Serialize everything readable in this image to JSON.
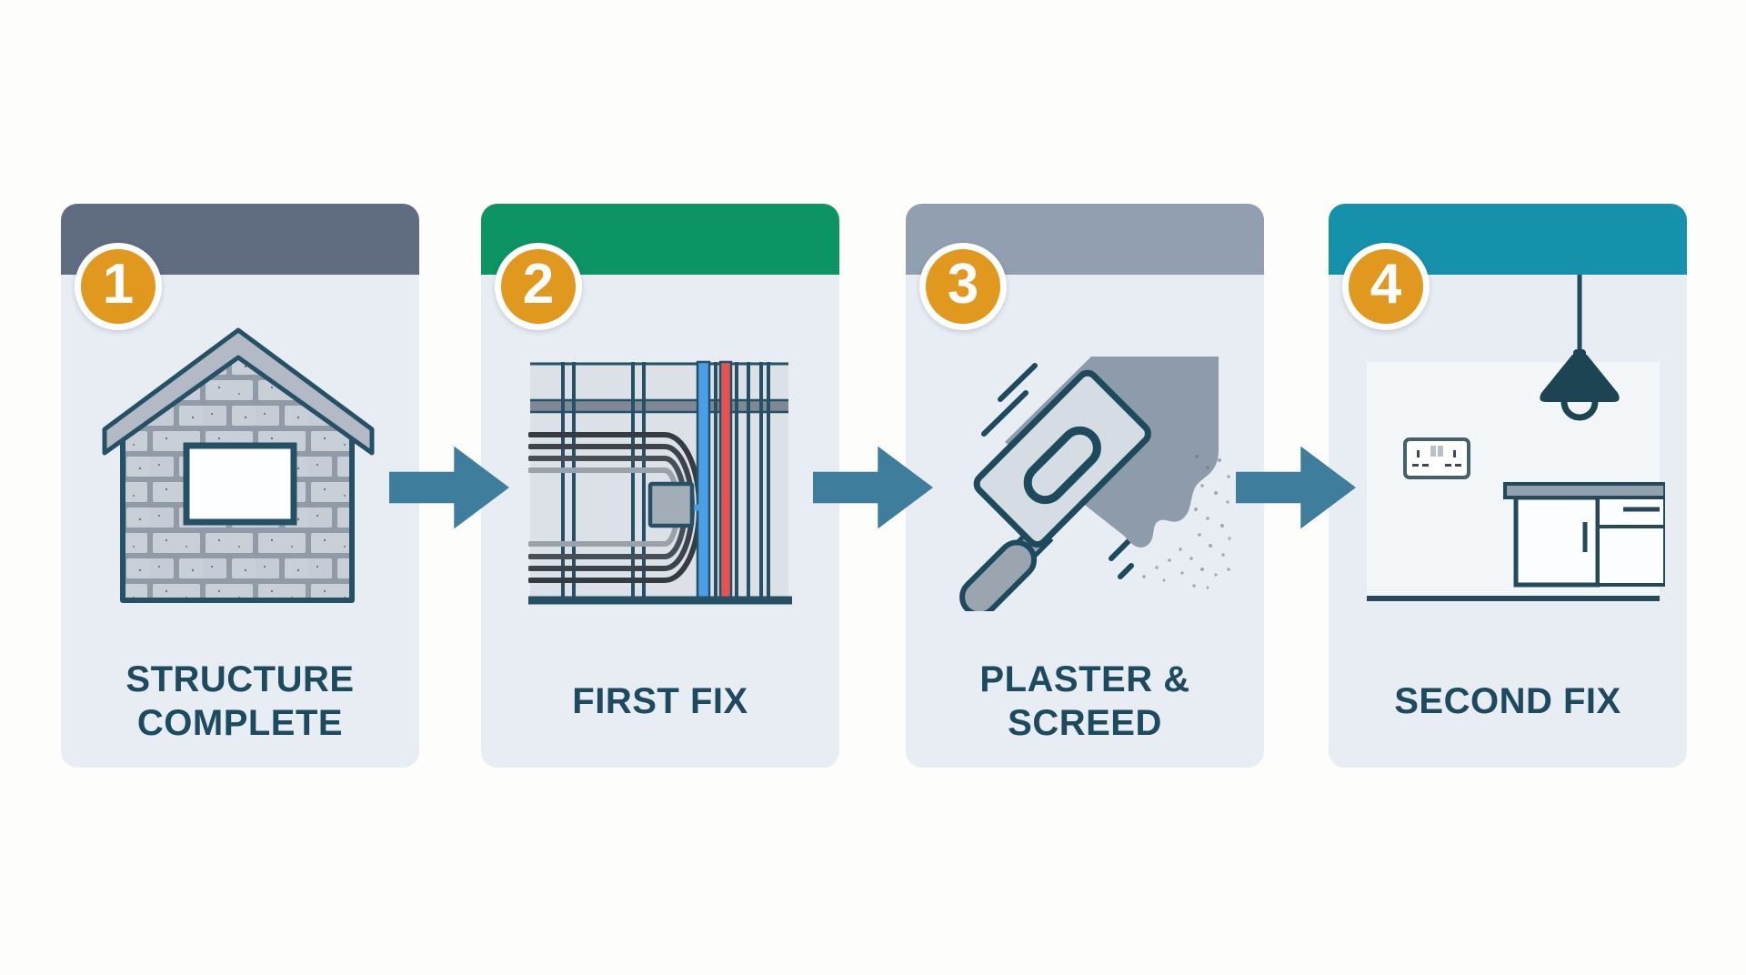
{
  "page": {
    "type": "construction-process-infographic",
    "background_color": "#fdfdfc"
  },
  "colors": {
    "card_background": "#e8edf4",
    "badge_fill": "#e1981e",
    "badge_ring": "#ffffff",
    "badge_number_text": "#ffffff",
    "arrow": "#3e7d9b",
    "label_text": "#1d4a5f",
    "outline_dark_teal": "#265066"
  },
  "steps": [
    {
      "number": "1",
      "label": "STRUCTURE COMPLETE",
      "header_color": "#606c7f",
      "icon": "house-structure-icon"
    },
    {
      "number": "2",
      "label": "FIRST FIX",
      "header_color": "#0c9464",
      "icon": "wall-framing-wiring-icon"
    },
    {
      "number": "3",
      "label": "PLASTER & SCREED",
      "header_color": "#919fb0",
      "icon": "plaster-trowel-icon"
    },
    {
      "number": "4",
      "label": "SECOND FIX",
      "header_color": "#1591ac",
      "icon": "room-fittings-icon"
    }
  ],
  "arrows": [
    {
      "direction": "right"
    },
    {
      "direction": "right"
    },
    {
      "direction": "right"
    }
  ]
}
